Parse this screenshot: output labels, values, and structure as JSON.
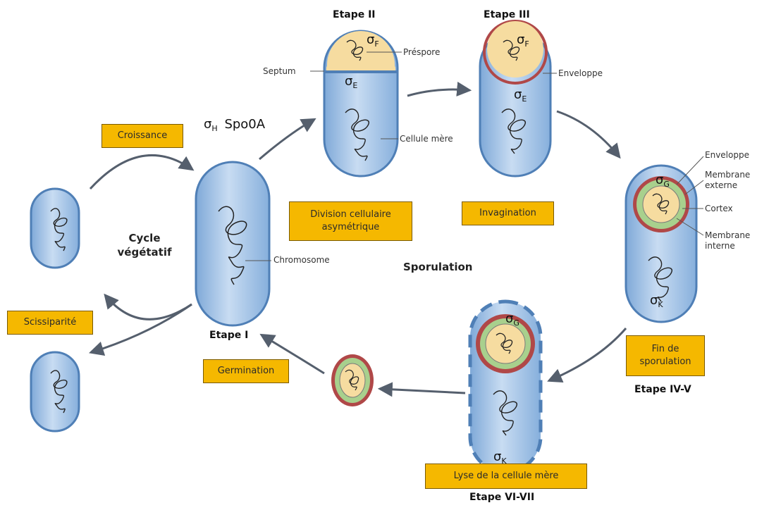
{
  "stages": {
    "stage1": "Etape I",
    "stage2": "Etape II",
    "stage3": "Etape III",
    "stage45": "Etape IV-V",
    "stage67": "Etape VI-VII"
  },
  "process_boxes": {
    "croissance": "Croissance",
    "scissiparite": "Scissiparité",
    "germination": "Germination",
    "division_line1": "Division cellulaire",
    "division_line2": "asymétrique",
    "invagination": "Invagination",
    "fin_line1": "Fin de",
    "fin_line2": "sporulation",
    "lyse": "Lyse de la cellule mère"
  },
  "cycle": {
    "line1": "Cycle",
    "line2": "végétatif"
  },
  "sporulation_label": "Sporulation",
  "structure_labels": {
    "chromosome": "Chromosome",
    "septum": "Septum",
    "prespore": "Préspore",
    "cellule_mere": "Cellule mère",
    "enveloppe_stage3": "Enveloppe",
    "enveloppe": "Enveloppe",
    "membrane_externe_1": "Membrane",
    "membrane_externe_2": "externe",
    "cortex": "Cortex",
    "membrane_interne_1": "Membrane",
    "membrane_interne_2": "interne"
  },
  "sigma_factors": {
    "symbol": "σ",
    "h": "H",
    "spo0a": "Spo0A",
    "f": "F",
    "e": "E",
    "g": "G",
    "k": "K"
  },
  "colors": {
    "cell_fill": "#a9c8ea",
    "cell_border": "#4f7fb6",
    "prespore": "#f6dca0",
    "cortex_green": "#a8d08d",
    "coat_red": "#b04848",
    "box_fill": "#f5b800",
    "arrow": "#555f6d"
  }
}
